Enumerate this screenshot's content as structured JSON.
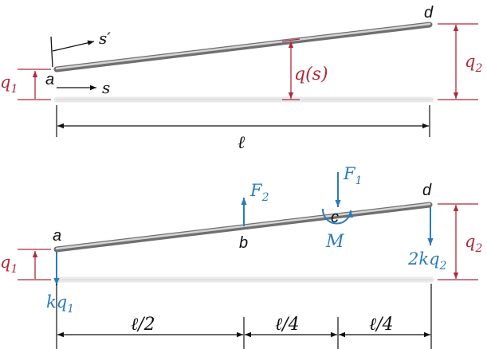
{
  "colors": {
    "red": "#b0283a",
    "blue": "#2b7bbd",
    "black": "#111111",
    "bar": "#b8b8b8",
    "ghost": "#ececec"
  },
  "top": {
    "point_a": "a",
    "point_d": "d",
    "s_prime": "s′",
    "s": "s",
    "q1_main": "q",
    "q1_sub": "1",
    "q2_main": "q",
    "q2_sub": "2",
    "qs": "q(s)",
    "length": "ℓ"
  },
  "bottom": {
    "point_a": "a",
    "point_b": "b",
    "point_c": "c",
    "point_d": "d",
    "F2_main": "F",
    "F2_sub": "2",
    "F1_main": "F",
    "F1_sub": "1",
    "M": "M",
    "kq1_main": "kq",
    "kq1_sub": "1",
    "twokq2_main": "2kq",
    "twokq2_sub": "2",
    "q1_main": "q",
    "q1_sub": "1",
    "q2_main": "q",
    "q2_sub": "2",
    "dim_half": "ℓ/2",
    "dim_quarter_1": "ℓ/4",
    "dim_quarter_2": "ℓ/4"
  }
}
